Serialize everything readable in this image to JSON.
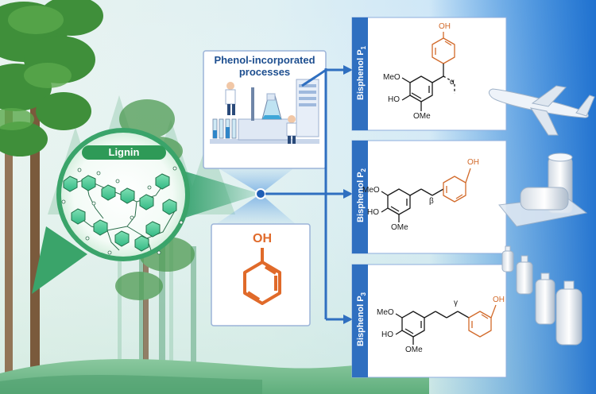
{
  "lignin_label": "Lignin",
  "process": {
    "title_line1": "Phenol-incorporated",
    "title_line2": "processes"
  },
  "phenol_label": "OH",
  "products": [
    {
      "label": "Bisphenol P",
      "subscript": "1",
      "linker": "α"
    },
    {
      "label": "Bisphenol P",
      "subscript": "2",
      "linker": "β"
    },
    {
      "label": "Bisphenol P",
      "subscript": "3",
      "linker": "γ"
    }
  ],
  "chem_labels": {
    "oh": "OH",
    "meo": "MeO",
    "ho": "HO",
    "ome": "OMe"
  },
  "colors": {
    "arrow": "#2f6fc0",
    "card_tab": "#2f6fc0",
    "lignin_green": "#2e9a57",
    "phenol_orange": "#e06a2a",
    "card_border": "#7f9fcf"
  }
}
